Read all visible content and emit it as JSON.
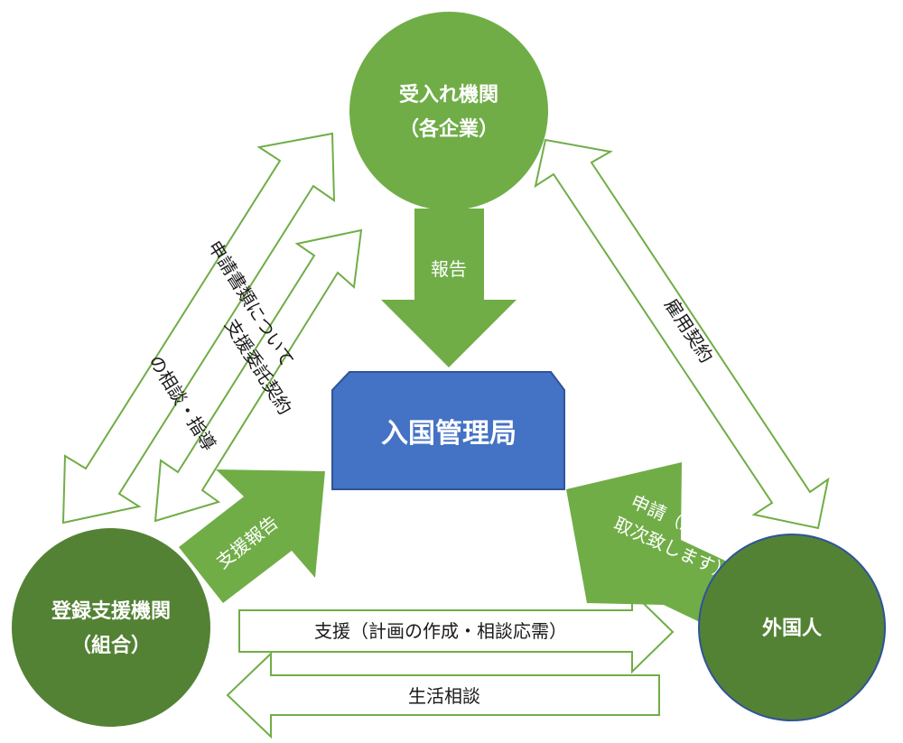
{
  "colors": {
    "light_green": "#70ad47",
    "dark_green": "#548235",
    "mid_green": "#6aa84f",
    "blue": "#4472c4",
    "blue_border": "#2f5597",
    "outline_green": "#70ad47",
    "circle_border": "#2f5597"
  },
  "nodes": {
    "receiving_org": {
      "line1": "受入れ機関",
      "line2": "（各企業）"
    },
    "registered_support_org": {
      "line1": "登録支援機関",
      "line2": "（組合）"
    },
    "foreign_national": {
      "line1": "外国人"
    },
    "immigration_bureau": {
      "label": "入国管理局"
    }
  },
  "arrows": {
    "report": "報告",
    "support_report": "支援報告",
    "application_line1": "申請（組合が",
    "application_line2": "取次致します）",
    "consultation_guidance_line1": "申請書類について",
    "consultation_guidance_line2": "の相談・指導",
    "support_contract": "支援委託契約",
    "employment_contract": "雇用契約",
    "support_plan": "支援（計画の作成・相談応需）",
    "life_consultation": "生活相談"
  }
}
